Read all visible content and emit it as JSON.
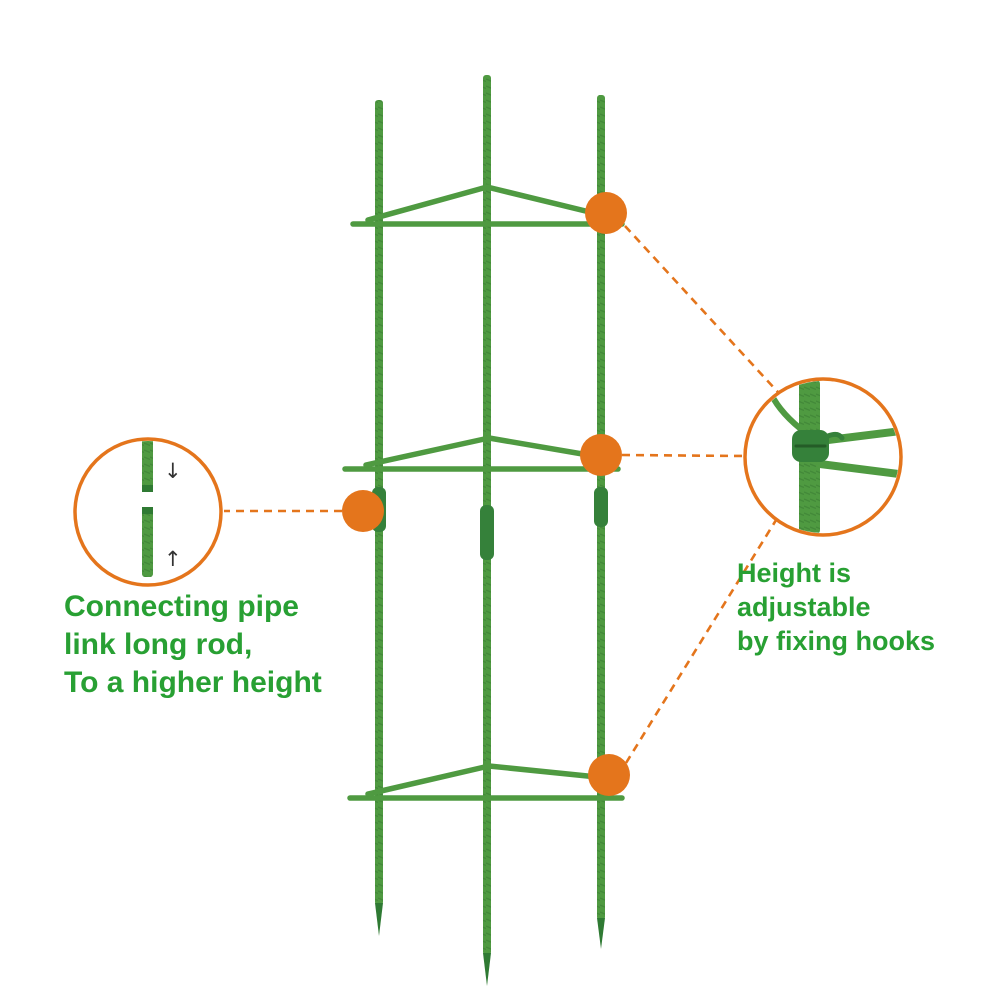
{
  "page": {
    "background": "#ffffff",
    "description_note": ""
  },
  "colors": {
    "orange": "#e4751c",
    "pole-green": "#4f9a41",
    "pole-dark": "#2f7a33",
    "sleeve-green": "#35813a",
    "text-green": "#28a033",
    "arrow-gray": "#333333"
  },
  "captions": {
    "left": {
      "lines": [
        "Connecting pipe",
        "link long rod,",
        "To a higher height"
      ]
    },
    "right": {
      "lines": [
        "Height is",
        "adjustable",
        "by fixing hooks"
      ]
    }
  },
  "icons": {
    "arrow_down": "↓",
    "arrow_up": "↑"
  }
}
